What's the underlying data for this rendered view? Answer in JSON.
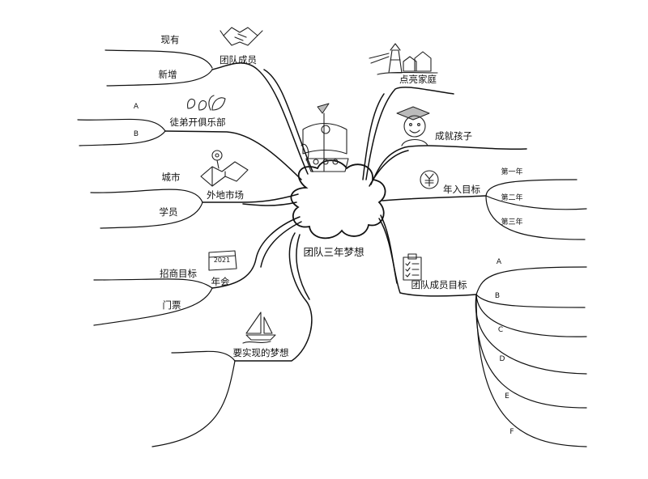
{
  "center": "团队三年梦想",
  "branches": {
    "team_members": {
      "label": "团队成员",
      "children": [
        "现有",
        "新增"
      ]
    },
    "apprentice_club": {
      "label": "徒弟开俱乐部",
      "children": [
        "A",
        "B"
      ]
    },
    "external_market": {
      "label": "外地市场",
      "children": [
        "城市",
        "学员"
      ]
    },
    "annual_meeting": {
      "label": "年会",
      "children": [
        "招商目标",
        "门票"
      ]
    },
    "dreams": {
      "label": "要实现的梦想"
    },
    "light_family": {
      "label": "点亮家庭"
    },
    "achieve_children": {
      "label": "成就孩子"
    },
    "annual_income": {
      "label": "年入目标",
      "children": [
        "第一年",
        "第二年",
        "第三年"
      ]
    },
    "member_goals": {
      "label": "团队成员目标",
      "children": [
        "A",
        "B",
        "C",
        "D",
        "E",
        "F"
      ]
    }
  },
  "calendar_text": "2021",
  "icons": [
    "handshake-icon",
    "leaves-icon",
    "map-icon",
    "calendar-icon",
    "sailboat-icon",
    "lighthouse-house-icon",
    "graduate-icon",
    "money-icon",
    "checklist-icon",
    "pirate-ship-icon",
    "cloud-icon"
  ]
}
